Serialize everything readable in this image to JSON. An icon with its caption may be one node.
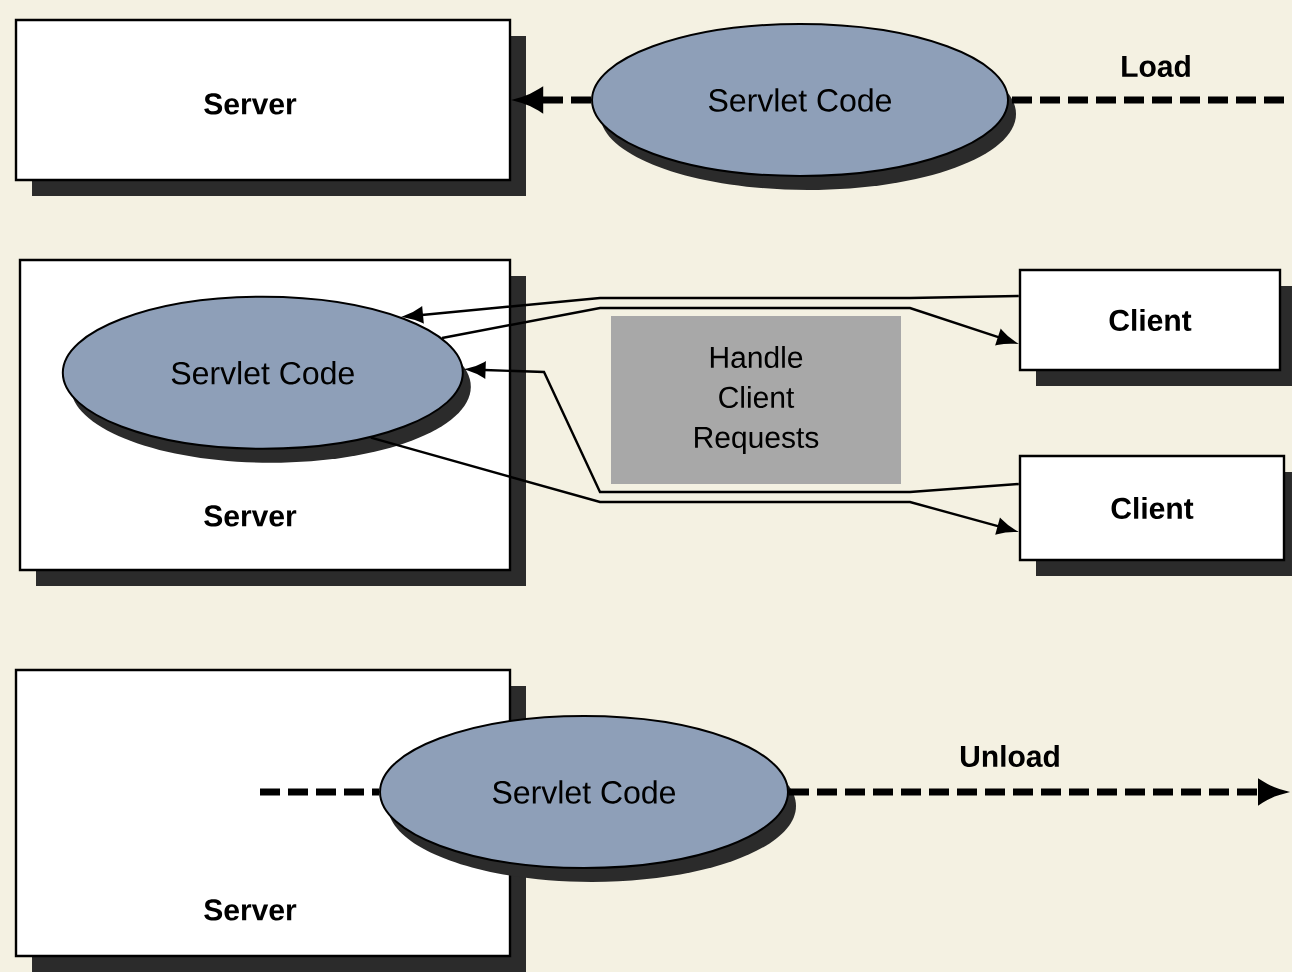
{
  "diagram": {
    "nodes": [
      {
        "text": [
          "Server"
        ]
      },
      {
        "text": [
          "Servlet Code"
        ]
      },
      {
        "text": [
          "Server"
        ]
      },
      {
        "text": [
          "Servlet Code"
        ],
        "in": 2
      },
      {
        "text": [
          "Handle Client Requests"
        ]
      },
      {
        "text": [
          "Client"
        ]
      },
      {
        "text": [
          "Client"
        ]
      },
      {
        "text": [
          "Server"
        ]
      },
      {
        "text": [
          "Servlet Code"
        ]
      }
    ],
    "edges": [
      {
        "from": 1,
        "to": 0,
        "arrow": "to",
        "style": "dashed"
      },
      {
        "from": null,
        "to": 1,
        "arrow": "none",
        "style": "dashed",
        "label": "Load"
      },
      {
        "from": 5,
        "to": 3,
        "arrow": "to"
      },
      {
        "from": 3,
        "to": 5,
        "arrow": "to"
      },
      {
        "from": 6,
        "to": 3,
        "arrow": "to"
      },
      {
        "from": 3,
        "to": 6,
        "arrow": "to"
      },
      {
        "from": 7,
        "to": 8,
        "arrow": "none",
        "style": "dashed"
      },
      {
        "from": 8,
        "to": null,
        "arrow": "to",
        "style": "dashed",
        "label": "Unload"
      }
    ]
  }
}
